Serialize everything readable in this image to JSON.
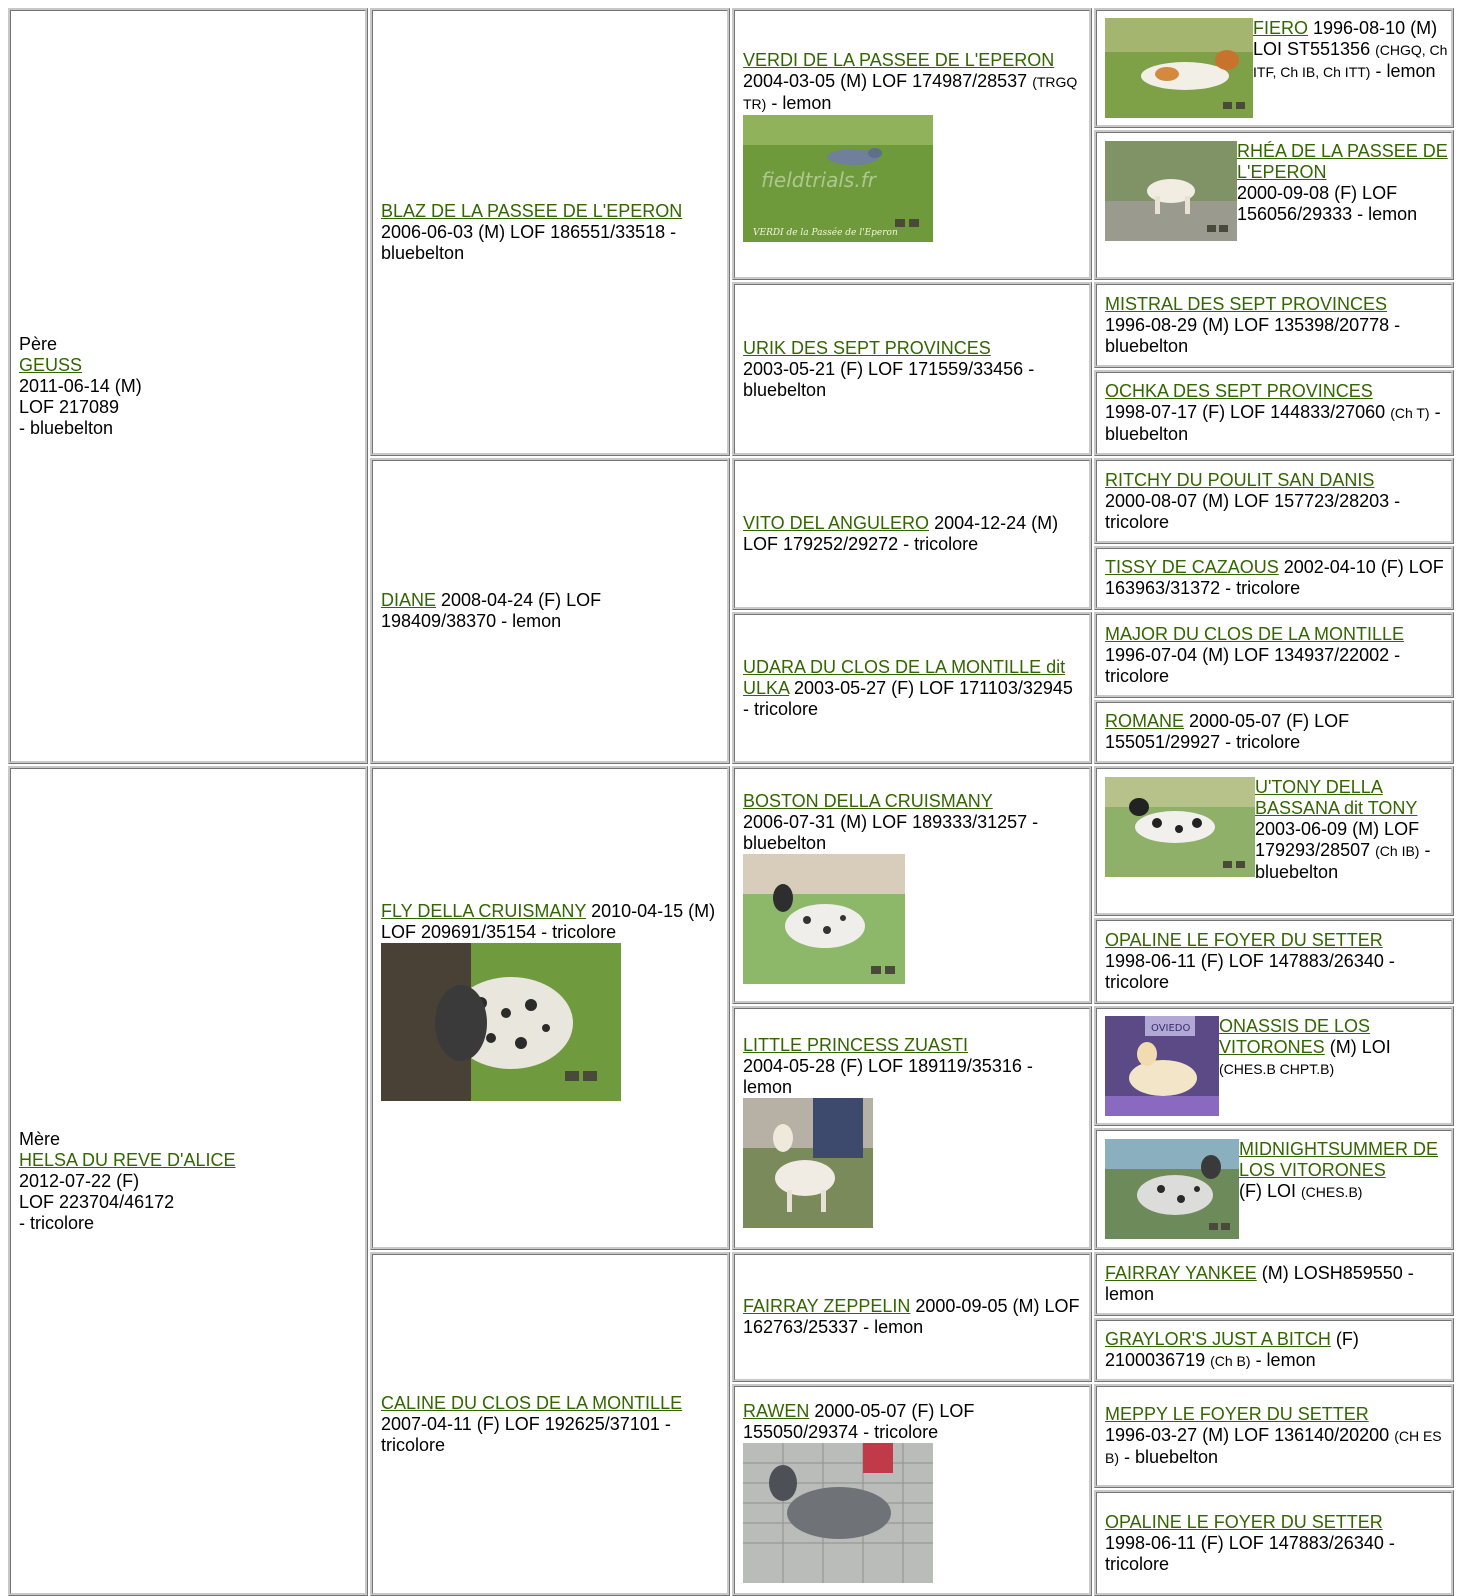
{
  "colors": {
    "link": "#336600",
    "border": "#c8c8c8"
  },
  "sire": {
    "role": "Père",
    "name": "GEUSS",
    "line1": "2011-06-14 (M)",
    "line2": "LOF 217089",
    "line3": "- bluebelton",
    "father": {
      "name": "BLAZ DE LA PASSEE DE L'EPERON",
      "info": "2006-06-03 (M) LOF 186551/33518 - bluebelton",
      "father": {
        "name": "VERDI DE LA PASSEE DE L'EPERON",
        "info": " 2004-03-05 (M) LOF 174987/28537 ",
        "title": "(TRGQ TR)",
        "color": " - lemon",
        "photo_caption": "VERDI de la Passée de l'Eperon",
        "father": {
          "name": "FIERO",
          "info": " 1996-08-10 (M) LOI ST551356 ",
          "title": "(CHGQ, Ch ITF, Ch IB, Ch ITT)",
          "color": " - lemon"
        },
        "mother": {
          "name": "RHÉA DE LA PASSEE DE L'EPERON",
          "info": "2000-09-08 (F) LOF 156056/29333 - lemon"
        }
      },
      "mother": {
        "name": "URIK DES SEPT PROVINCES",
        "info": "2003-05-21 (F) LOF 171559/33456 - bluebelton",
        "father": {
          "name": "MISTRAL DES SEPT PROVINCES",
          "info": "1996-08-29 (M) LOF 135398/20778 - bluebelton"
        },
        "mother": {
          "name": "OCHKA DES SEPT PROVINCES",
          "info": "1998-07-17 (F) LOF 144833/27060 ",
          "title": "(Ch T)",
          "color": " - bluebelton"
        }
      }
    },
    "mother": {
      "name": "DIANE",
      "info": " 2008-04-24 (F) LOF 198409/38370 - lemon",
      "father": {
        "name": "VITO DEL ANGULERO",
        "info": " 2004-12-24 (M) LOF 179252/29272 - tricolore",
        "father": {
          "name": "RITCHY DU POULIT SAN DANIS",
          "info": "2000-08-07 (M) LOF 157723/28203 - tricolore"
        },
        "mother": {
          "name": "TISSY DE CAZAOUS",
          "info": " 2002-04-10 (F) LOF 163963/31372 - tricolore"
        }
      },
      "mother": {
        "name": "UDARA DU CLOS DE LA MONTILLE dit ULKA",
        "info": " 2003-05-27 (F) LOF 171103/32945 - tricolore",
        "father": {
          "name": "MAJOR DU CLOS DE LA MONTILLE",
          "info": "1996-07-04 (M) LOF 134937/22002 - tricolore"
        },
        "mother": {
          "name": "ROMANE",
          "info": " 2000-05-07 (F) LOF 155051/29927 - tricolore"
        }
      }
    }
  },
  "dam": {
    "role": "Mère",
    "name": "HELSA DU REVE D'ALICE",
    "line1": "2012-07-22 (F)",
    "line2": "LOF 223704/46172",
    "line3": "- tricolore",
    "father": {
      "name": "FLY DELLA CRUISMANY",
      "info": " 2010-04-15 (M) LOF 209691/35154 - tricolore",
      "father": {
        "name": "BOSTON DELLA CRUISMANY",
        "info": "2006-07-31 (M) LOF 189333/31257 - bluebelton",
        "father": {
          "name": "U'TONY DELLA BASSANA dit TONY",
          "info": "2003-06-09 (M) LOF 179293/28507 ",
          "title": "(Ch IB)",
          "color": " - bluebelton"
        },
        "mother": {
          "name": "OPALINE LE FOYER DU SETTER",
          "info": "1998-06-11 (F) LOF 147883/26340 - tricolore"
        }
      },
      "mother": {
        "name": "LITTLE PRINCESS ZUASTI",
        "info": "2004-05-28 (F) LOF 189119/35316 - lemon",
        "father": {
          "name": "ONASSIS DE LOS VITORONES",
          "info": " (M) LOI ",
          "title": "(CHES.B CHPT.B)",
          "photo_text": "OVIEDO"
        },
        "mother": {
          "name": "MIDNIGHTSUMMER DE LOS VITORONES",
          "info": "(F) LOI ",
          "title": "(CHES.B)"
        }
      }
    },
    "mother": {
      "name": "CALINE DU CLOS DE LA MONTILLE",
      "info": "2007-04-11 (F) LOF 192625/37101 - tricolore",
      "father": {
        "name": "FAIRRAY ZEPPELIN",
        "info": " 2000-09-05 (M) LOF 162763/25337 - lemon",
        "father": {
          "name": "FAIRRAY YANKEE",
          "info": " (M) LOSH859550 - lemon"
        },
        "mother": {
          "name": "GRAYLOR'S JUST A BITCH",
          "info": " (F) 2100036719 ",
          "title": "(Ch B)",
          "color": " - lemon"
        }
      },
      "mother": {
        "name": "RAWEN",
        "info": " 2000-05-07 (F) LOF 155050/29374 - tricolore",
        "father": {
          "name": "MEPPY LE FOYER DU SETTER",
          "info": "1996-03-27 (M) LOF 136140/20200 ",
          "title": "(CH ES B)",
          "color": " - bluebelton"
        },
        "mother": {
          "name": "OPALINE LE FOYER DU SETTER",
          "info": "1998-06-11 (F) LOF 147883/26340 - tricolore"
        }
      }
    }
  }
}
